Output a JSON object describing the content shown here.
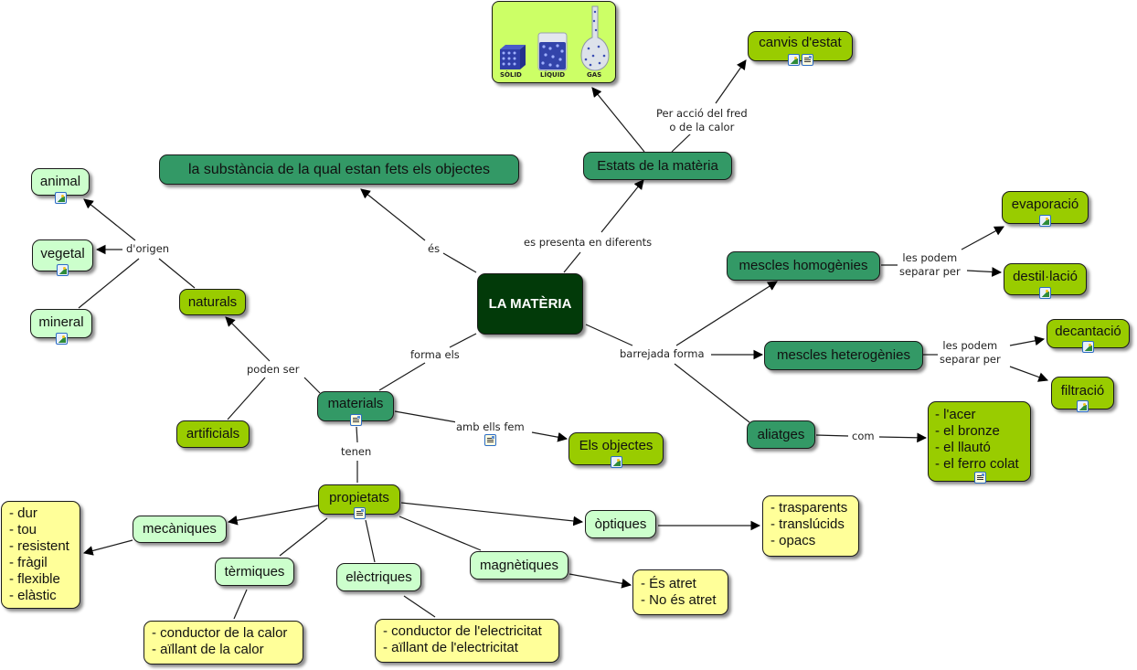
{
  "title": "LA MATÈRIA",
  "colors": {
    "central": "#023a09",
    "teal": "#339966",
    "lime": "#99cc00",
    "mint": "#ccffcc",
    "yellow": "#ffff99",
    "states_panel": "#ccff66"
  },
  "states_image": {
    "captions": [
      "SÒLID",
      "LÍQUID",
      "GAS"
    ]
  },
  "nodes": {
    "central": "LA MATÈRIA",
    "definition": "la substància de la qual estan fets els objectes",
    "estats": "Estats de la matèria",
    "canvis": "canvis d'estat",
    "homogenies": "mescles homogènies",
    "heterogenies": "mescles heterogènies",
    "evaporacio": "evaporació",
    "destillacio": "destil·lació",
    "decantacio": "decantació",
    "filtracio": "filtració",
    "aliatges": "aliatges",
    "aliatges_list": [
      "- l'acer",
      "- el bronze",
      "- el llautó",
      "- el ferro colat"
    ],
    "materials": "materials",
    "naturals": "naturals",
    "artificials": "artificials",
    "animal": "animal",
    "vegetal": "vegetal",
    "mineral": "mineral",
    "objectes": "Els objectes",
    "propietats": "propietats",
    "mecaniques": "mecàniques",
    "mecaniques_list": [
      "- dur",
      "- tou",
      "- resistent",
      "- fràgil",
      "- flexible",
      "- elàstic"
    ],
    "termiques": "tèrmiques",
    "termiques_list": [
      "- conductor de la calor",
      "- aïllant de la calor"
    ],
    "electriques": "elèctriques",
    "electriques_list": [
      "- conductor de l'electricitat",
      "- aïllant de l'electricitat"
    ],
    "magnetiques": "magnètiques",
    "magnetiques_list": [
      "- És atret",
      "- No és atret"
    ],
    "optiques": "òptiques",
    "optiques_list": [
      "- trasparents",
      "- translúcids",
      "- opacs"
    ]
  },
  "links": {
    "es": "és",
    "es_presenta": "es presenta en diferents",
    "per_accio": [
      "Per acció del fred",
      "o de la calor"
    ],
    "barrejada": "barrejada forma",
    "separar_hom": [
      "les podem",
      "separar per"
    ],
    "separar_het": [
      "les podem",
      "separar per"
    ],
    "com": "com",
    "forma_els": "forma els",
    "poden_ser": "poden ser",
    "d_origen": "d'origen",
    "amb_ells": "amb ells fem",
    "tenen": "tenen"
  }
}
